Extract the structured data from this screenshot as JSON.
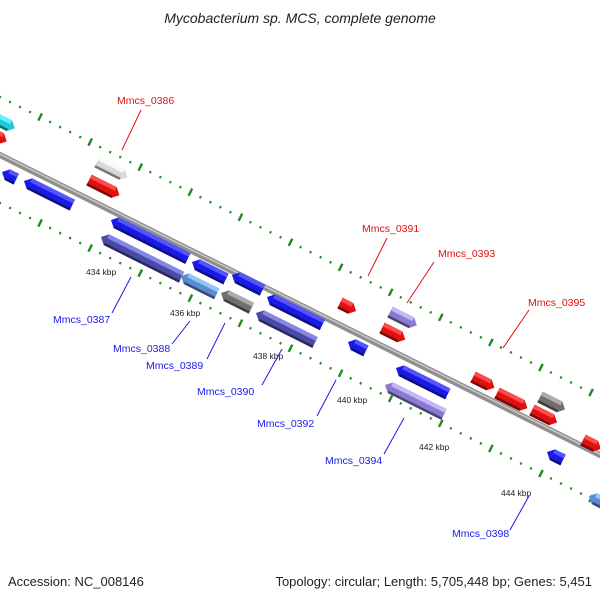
{
  "title": "Mycobacterium sp. MCS, complete genome",
  "footer": {
    "accession": "Accession: NC_008146",
    "topology": "Topology: circular; Length: 5,705,448 bp; Genes: 5,451"
  },
  "colors": {
    "forward": "#e11010",
    "reverse": "#1a1ae6",
    "axis": "#8a8a8a",
    "tick": "#1f8a1f",
    "dark_blue": "#4a4aa8",
    "cyan": "#22c8d8",
    "gray": "#707070",
    "light": "#d8d8d8",
    "violet": "#8a7ad0",
    "steel": "#5a8ad0"
  },
  "scale_labels": [
    "434 kbp",
    "436 kbp",
    "438 kbp",
    "440 kbp",
    "442 kbp",
    "444 kbp"
  ],
  "gene_labels": {
    "forward": [
      "Mmcs_0386",
      "Mmcs_0391",
      "Mmcs_0393",
      "Mmcs_0395"
    ],
    "reverse": [
      "Mmcs_0387",
      "Mmcs_0388",
      "Mmcs_0389",
      "Mmcs_0390",
      "Mmcs_0392",
      "Mmcs_0394",
      "Mmcs_0398"
    ]
  }
}
